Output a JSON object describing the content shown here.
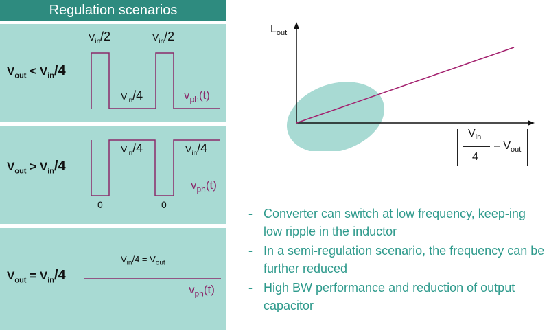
{
  "header": {
    "title": "Regulation scenarios"
  },
  "panels": [
    {
      "lhs": "V",
      "lhs_sub": "out",
      "op": "<",
      "rhs": "V",
      "rhs_sub": "in",
      "rhs_den": "/4",
      "high_label": {
        "v": "V",
        "sub": "in",
        "den": "/2"
      },
      "low_label": {
        "v": "V",
        "sub": "in",
        "den": "/4"
      },
      "signal": {
        "v": "v",
        "sub": "ph",
        "arg": "(t)"
      }
    },
    {
      "lhs": "V",
      "lhs_sub": "out",
      "op": ">",
      "rhs": "V",
      "rhs_sub": "in",
      "rhs_den": "/4",
      "high_label": {
        "v": "V",
        "sub": "in",
        "den": "/4"
      },
      "zero_label": "0",
      "signal": {
        "v": "v",
        "sub": "ph",
        "arg": "(t)"
      }
    },
    {
      "lhs": "V",
      "lhs_sub": "out",
      "op": "=",
      "rhs": "V",
      "rhs_sub": "in",
      "rhs_den": "/4",
      "level_label": {
        "v": "V",
        "sub": "in",
        "den": "/4 = V",
        "sub2": "out"
      },
      "signal": {
        "v": "v",
        "sub": "ph",
        "arg": "(t)"
      }
    }
  ],
  "graph": {
    "y_axis": {
      "v": "L",
      "sub": "out"
    },
    "x_axis": {
      "num_v": "V",
      "num_sub": "in",
      "den": "4",
      "minus": "– V",
      "minus_sub": "out"
    },
    "colors": {
      "line": "#a3206e",
      "ellipse": "#a8dad3"
    }
  },
  "bullets": [
    "Converter can switch at low frequency, keep-ing low ripple in the inductor",
    "In a semi-regulation scenario, the frequency can be further reduced",
    "High BW performance and reduction of output capacitor"
  ],
  "bullet_marker": "-"
}
